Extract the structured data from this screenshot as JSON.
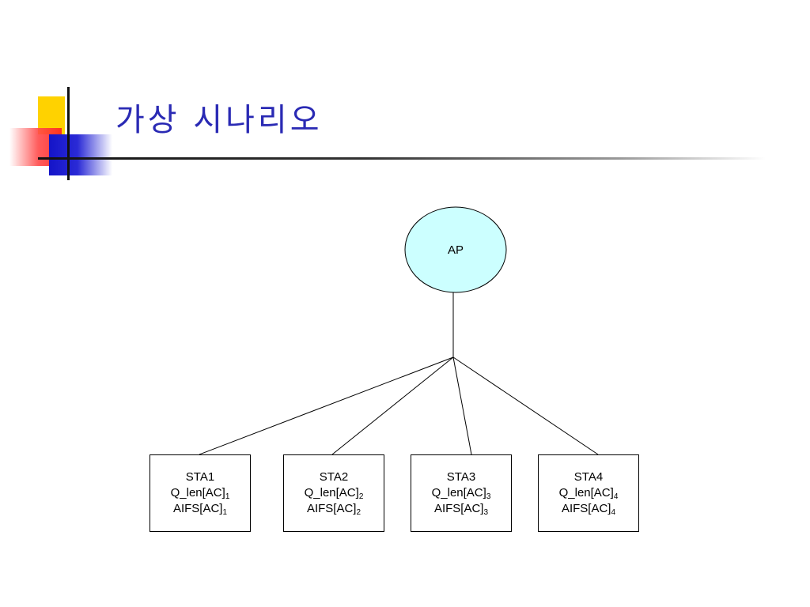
{
  "slide": {
    "title": "가상 시나리오"
  },
  "diagram": {
    "root": {
      "label": "AP",
      "fill": "#ccffff"
    },
    "stations": [
      {
        "name": "STA1",
        "qlen": "Q_len[AC]",
        "qlen_sub": "1",
        "aifs": "AIFS[AC]",
        "aifs_sub": "1"
      },
      {
        "name": "STA2",
        "qlen": "Q_len[AC]",
        "qlen_sub": "2",
        "aifs": "AIFS[AC]",
        "aifs_sub": "2"
      },
      {
        "name": "STA3",
        "qlen": "Q_len[AC]",
        "qlen_sub": "3",
        "aifs": "AIFS[AC]",
        "aifs_sub": "3"
      },
      {
        "name": "STA4",
        "qlen": "Q_len[AC]",
        "qlen_sub": "4",
        "aifs": "AIFS[AC]",
        "aifs_sub": "4"
      }
    ]
  },
  "colors": {
    "title": "#2a2ab4",
    "accent_yellow": "#ffd200",
    "accent_red": "#ff2020",
    "accent_blue": "#1414c8"
  }
}
